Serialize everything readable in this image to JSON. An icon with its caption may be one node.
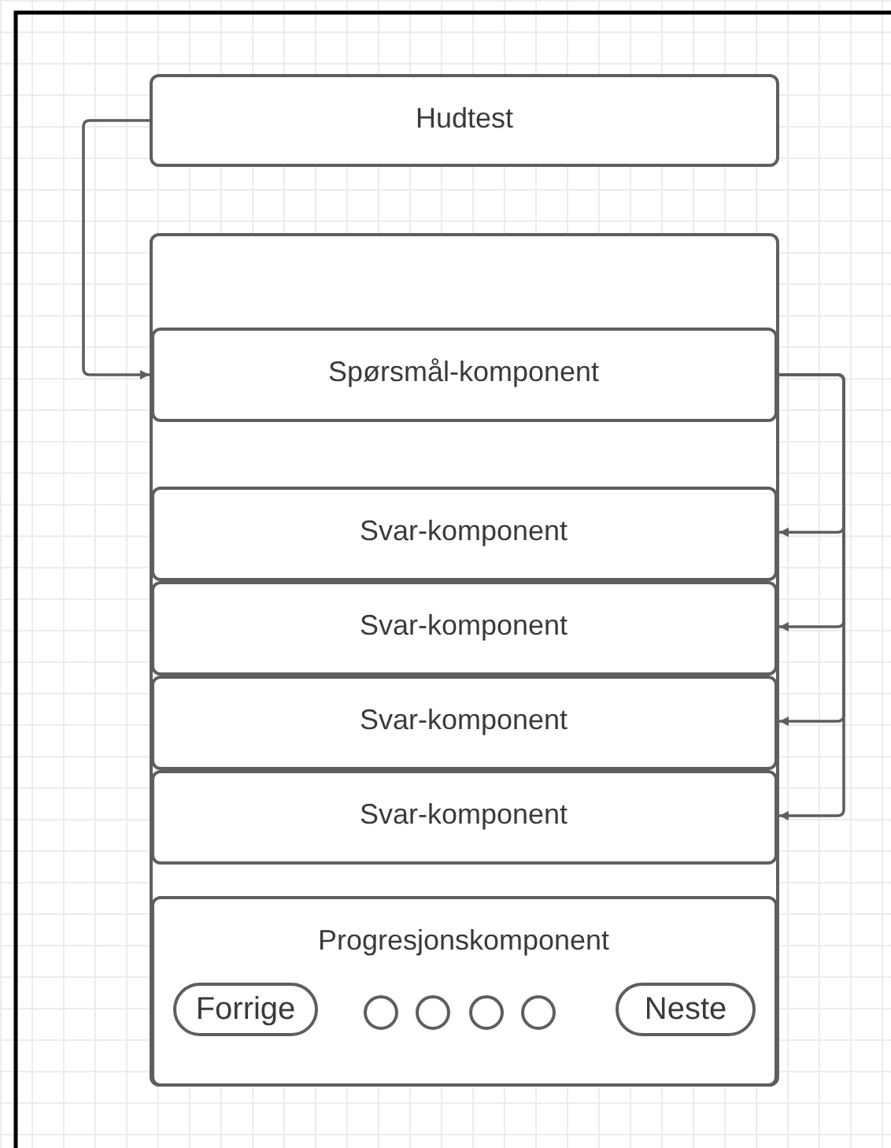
{
  "diagram": {
    "nodes": [
      {
        "text": [
          "Hudtest"
        ]
      },
      {
        "text": [],
        "shape": "box"
      },
      {
        "text": [
          "Spørsmål-komponent"
        ],
        "in": 1
      },
      {
        "text": [
          "Svar-komponent"
        ],
        "in": 1
      },
      {
        "text": [
          "Svar-komponent"
        ],
        "in": 1
      },
      {
        "text": [
          "Svar-komponent"
        ],
        "in": 1
      },
      {
        "text": [
          "Svar-komponent"
        ],
        "in": 1
      },
      {
        "text": [
          "Progresjonskomponent"
        ],
        "in": 1
      },
      {
        "text": [
          "Forrige"
        ],
        "in": 7
      },
      {
        "text": [],
        "shape": "circle",
        "in": 7
      },
      {
        "text": [],
        "shape": "circle",
        "in": 7
      },
      {
        "text": [],
        "shape": "circle",
        "in": 7
      },
      {
        "text": [],
        "shape": "circle",
        "in": 7
      },
      {
        "text": [
          "Neste"
        ],
        "in": 7
      }
    ],
    "edges": [
      {
        "from": 0,
        "to": 2,
        "arrow": "to"
      },
      {
        "from": 2,
        "to": 3,
        "arrow": "to"
      },
      {
        "from": 2,
        "to": 4,
        "arrow": "to"
      },
      {
        "from": 2,
        "to": 5,
        "arrow": "to"
      },
      {
        "from": 2,
        "to": 6,
        "arrow": "to"
      }
    ]
  }
}
